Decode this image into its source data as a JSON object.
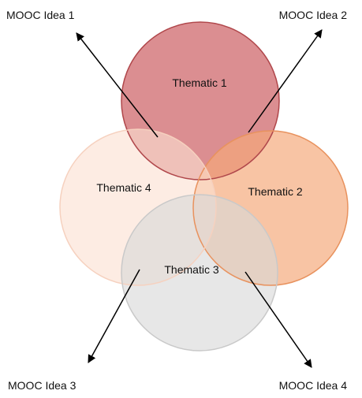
{
  "diagram": {
    "thematics": [
      {
        "label": "Thematic 1",
        "color": "#cd6266",
        "stroke": "#b0474b"
      },
      {
        "label": "Thematic 2",
        "color": "#f4a879",
        "stroke": "#e8925e"
      },
      {
        "label": "Thematic 3",
        "color": "#d8d8d8",
        "stroke": "#c9c9c9"
      },
      {
        "label": "Thematic 4",
        "color": "#fbe0d2",
        "stroke": "#f6d1bf"
      }
    ],
    "ideas": [
      {
        "label": "MOOC Idea 1"
      },
      {
        "label": "MOOC Idea 2"
      },
      {
        "label": "MOOC Idea 3"
      },
      {
        "label": "MOOC Idea 4"
      }
    ]
  }
}
